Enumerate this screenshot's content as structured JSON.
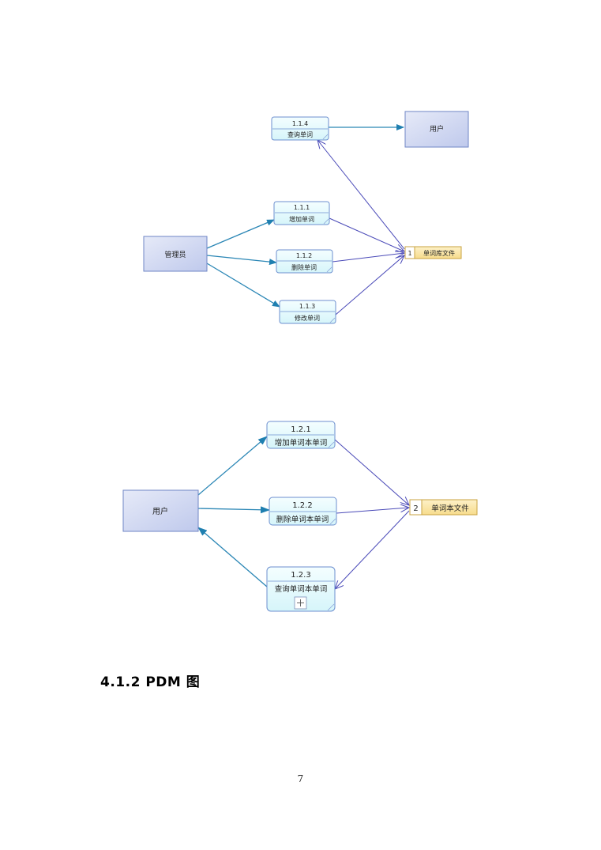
{
  "diagram1": {
    "entities": {
      "admin": "管理员",
      "user": "用户"
    },
    "processes": [
      {
        "id": "1.1.4",
        "label": "查询单词"
      },
      {
        "id": "1.1.1",
        "label": "增加单词"
      },
      {
        "id": "1.1.2",
        "label": "删除单词"
      },
      {
        "id": "1.1.3",
        "label": "修改单词"
      }
    ],
    "store": {
      "number": "1",
      "label": "单词库文件"
    }
  },
  "diagram2": {
    "entities": {
      "user": "用户"
    },
    "processes": [
      {
        "id": "1.2.1",
        "label": "增加单词本单词"
      },
      {
        "id": "1.2.2",
        "label": "删除单词本单词"
      },
      {
        "id": "1.2.3",
        "label": "查询单词本单词"
      }
    ],
    "store": {
      "number": "2",
      "label": "单词本文件"
    }
  },
  "section": {
    "title": "4.1.2 PDM 图"
  },
  "page": {
    "number": "7"
  },
  "colors": {
    "entity_fill": "#d4daf3",
    "entity_border": "#6f86c6",
    "process_fill": "#e4fbfd",
    "process_border": "#6c8fcf",
    "store_fill": "#fbe8ae",
    "store_border": "#c8a341",
    "flow_teal": "#2a86b5",
    "flow_purple": "#4a4ab8"
  },
  "icons": {
    "expand": "plus-box-icon"
  }
}
